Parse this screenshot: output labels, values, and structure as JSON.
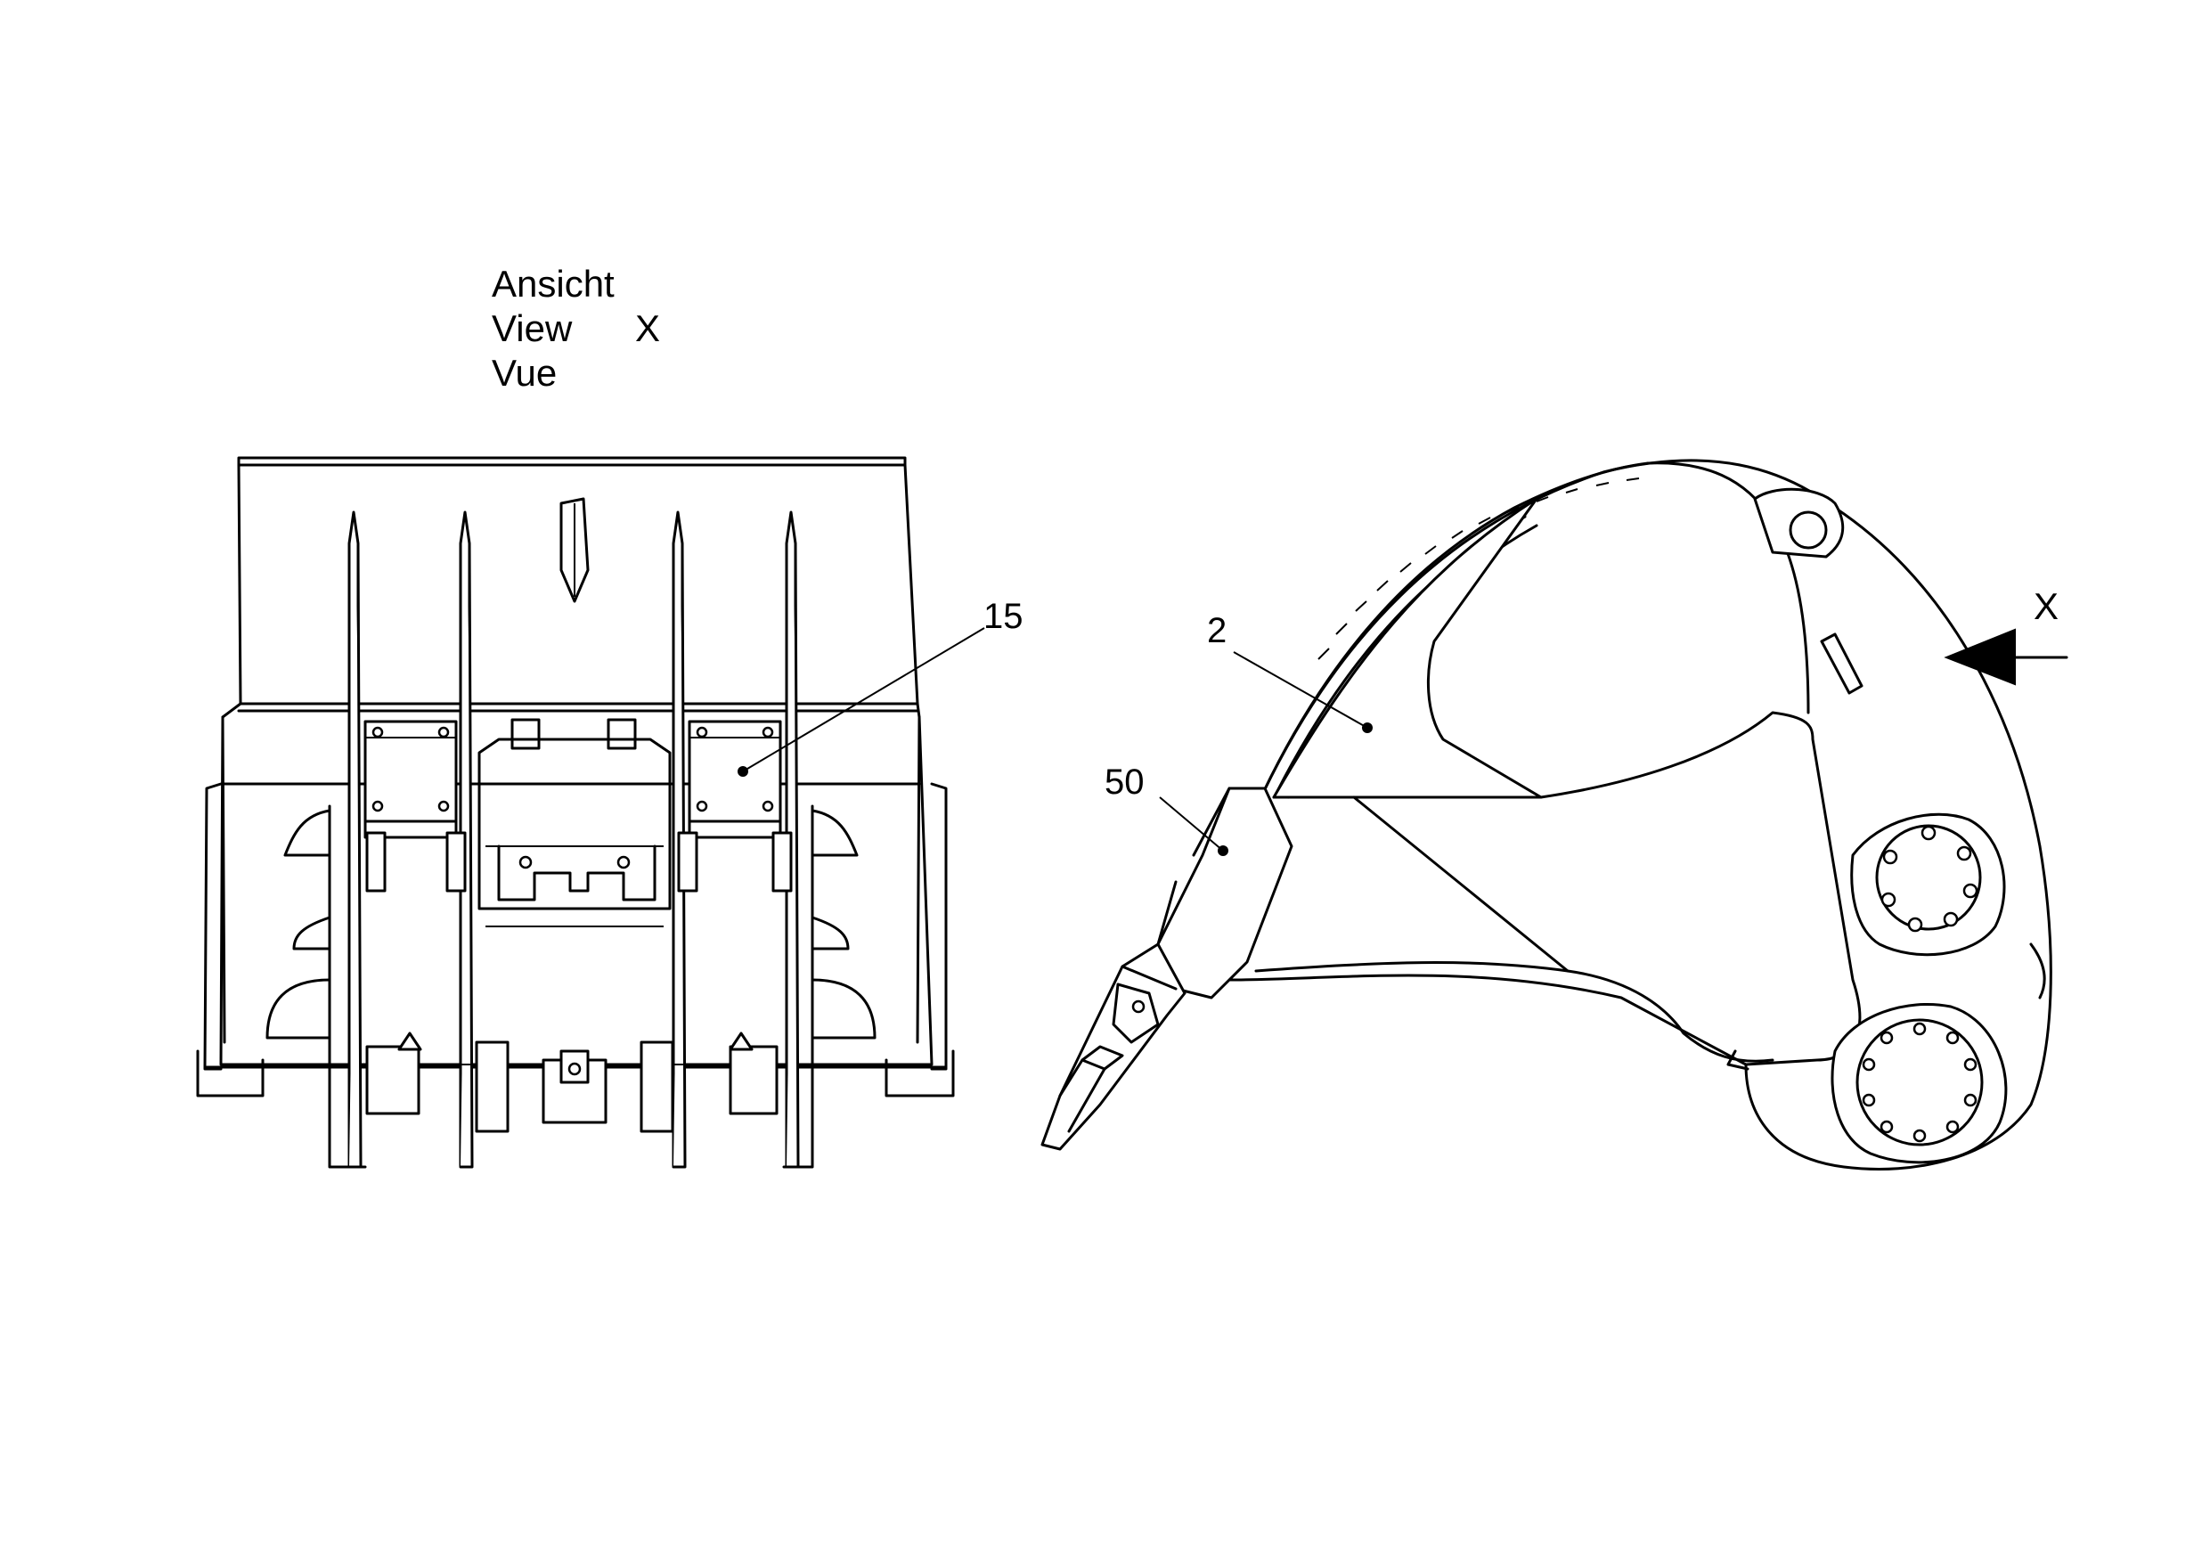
{
  "view_label": {
    "line1": "Ansicht",
    "line2": "View",
    "line3": "Vue",
    "letter": "X"
  },
  "arrow_label": "X",
  "callouts": [
    {
      "id": "15",
      "label": "15"
    },
    {
      "id": "2",
      "label": "2"
    },
    {
      "id": "50",
      "label": "50"
    }
  ],
  "colors": {
    "line": "#000000",
    "background": "#ffffff"
  }
}
